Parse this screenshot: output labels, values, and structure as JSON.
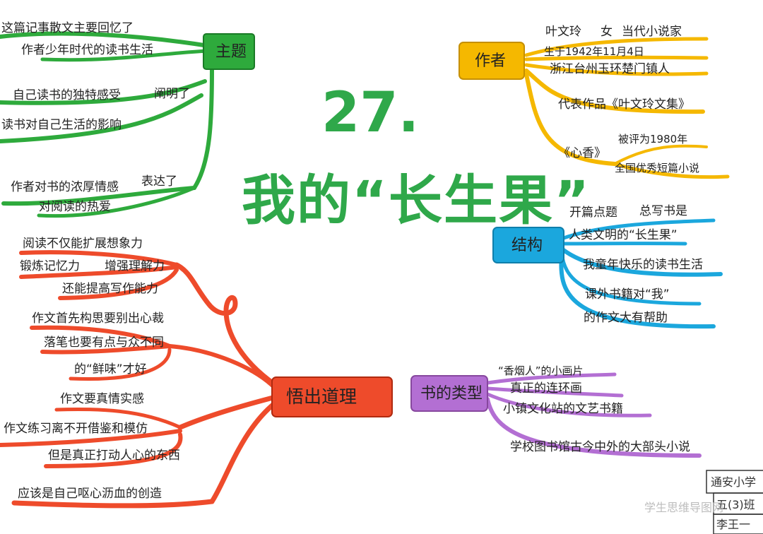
{
  "title": {
    "number": "27.",
    "name": "我的“长生果”"
  },
  "theme": {
    "label": "主题",
    "color": "#2eaa3c",
    "lines": [
      "这篇记事散文主要回忆了",
      "作者少年时代的读书生活",
      "自己读书的独特感受",
      "阐明了",
      "读书对自己生活的影响",
      "作者对书的浓厚情感",
      "表达了",
      "对阅读的热爱"
    ]
  },
  "author": {
    "label": "作者",
    "color": "#f5b800",
    "lines": [
      "叶文玲",
      "女",
      "当代小说家",
      "生于1942年11月4日",
      "浙江台州玉环楚门镇人",
      "代表作品《叶文玲文集》",
      "《心香》",
      "被评为1980年",
      "全国优秀短篇小说"
    ]
  },
  "structure": {
    "label": "结构",
    "color": "#1ba7dd",
    "lines": [
      "开篇点题",
      "总写书是",
      "人类文明的“长生果”",
      "我童年快乐的读书生活",
      "课外书籍对“我”",
      "的作文大有帮助"
    ]
  },
  "book_types": {
    "label": "书的类型",
    "color": "#b36fd3",
    "lines": [
      "“香烟人”的小画片",
      "真正的连环画",
      "小镇文化站的文艺书籍",
      "学校图书馆古今中外的大部头小说"
    ]
  },
  "lessons": {
    "label": "悟出道理",
    "color": "#ee4b2b",
    "lines": [
      "阅读不仅能扩展想象力",
      "锻炼记忆力",
      "增强理解力",
      "还能提高写作能力",
      "作文首先构思要别出心裁",
      "落笔也要有点与众不同",
      "的“鲜味”才好",
      "作文要真情实感",
      "作文练习离不开借鉴和模仿",
      "但是真正打动人心的东西",
      "应该是自己呕心沥血的创造"
    ]
  },
  "signature": {
    "lines": [
      "通安小学",
      "五(3)班",
      "李王一"
    ]
  },
  "watermark": "学生思维导图网"
}
